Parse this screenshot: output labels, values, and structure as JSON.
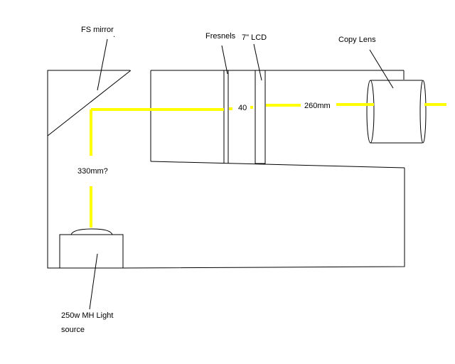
{
  "labels": {
    "fs_mirror": "FS mirror",
    "dot": ".",
    "fresnels": "Fresnels",
    "lcd": "7\" LCD",
    "copy_lens": "Copy Lens",
    "gap_40": "40",
    "dist_260": "260mm",
    "dist_330": "330mm?",
    "light_line1": "250w MH Light",
    "light_line2": "source"
  },
  "colors": {
    "outline": "#000000",
    "beam": "#ffff00",
    "background": "#ffffff"
  }
}
